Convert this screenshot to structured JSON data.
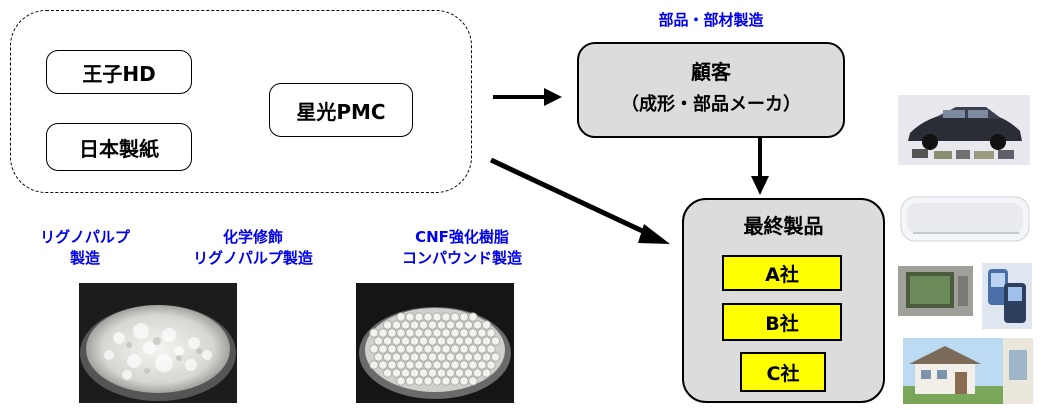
{
  "companies": {
    "oji": "王子HD",
    "nippon": "日本製紙",
    "seiko": "星光PMC"
  },
  "top_label": "部品・部材製造",
  "customer": {
    "line1": "顧客",
    "line2": "（成形・部品メーカ）"
  },
  "final_products": {
    "title": "最終製品",
    "companies": [
      "A社",
      "B社",
      "C社"
    ]
  },
  "steps": [
    {
      "line1": "リグノパルプ",
      "line2": "製造"
    },
    {
      "line1": "化学修飾",
      "line2": "リグノパルプ製造"
    },
    {
      "line1": "CNF強化樹脂",
      "line2": "コンパウンド製造"
    }
  ],
  "colors": {
    "label_blue": "#0000ee",
    "box_gray": "#dcdcdc",
    "highlight_yellow": "#ffff00"
  }
}
